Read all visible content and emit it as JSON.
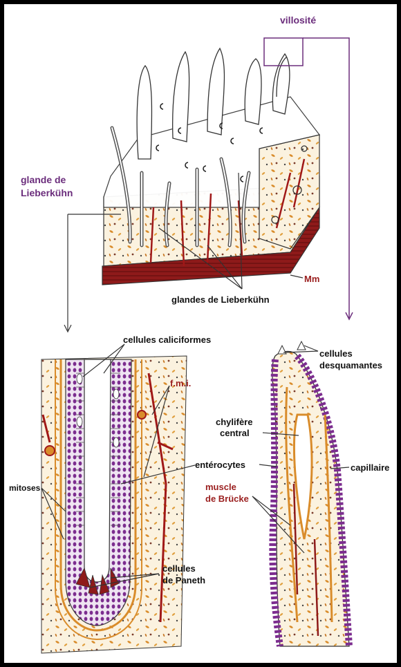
{
  "figure": {
    "labels": {
      "villosite": "villosité",
      "glande_de": "glande de",
      "lieberkuhn": "Lieberkühn",
      "mm": "Mm",
      "glandes_de_lieberkuhn": "glandes de Lieberkühn",
      "cellules_caliciformes": "cellules caliciformes",
      "fmi": "f.m.i.",
      "enterocytes": "entérocytes",
      "mitoses": "mitoses",
      "cellules_de_paneth_1": "cellules",
      "cellules_de_paneth_2": "de Paneth",
      "cellules_desquamantes_1": "cellules",
      "cellules_desquamantes_2": "desquamantes",
      "chylifere_1": "chylifère",
      "chylifere_2": "central",
      "capillaire": "capillaire",
      "muscle_1": "muscle",
      "muscle_2": "de Brücke"
    },
    "colors": {
      "purple": "#6b2d7c",
      "dark_red": "#8e1a1a",
      "muscle_red": "#7a1010",
      "orange": "#d98c2b",
      "nuclei": "#7c2d8f",
      "outline": "#333333"
    }
  }
}
